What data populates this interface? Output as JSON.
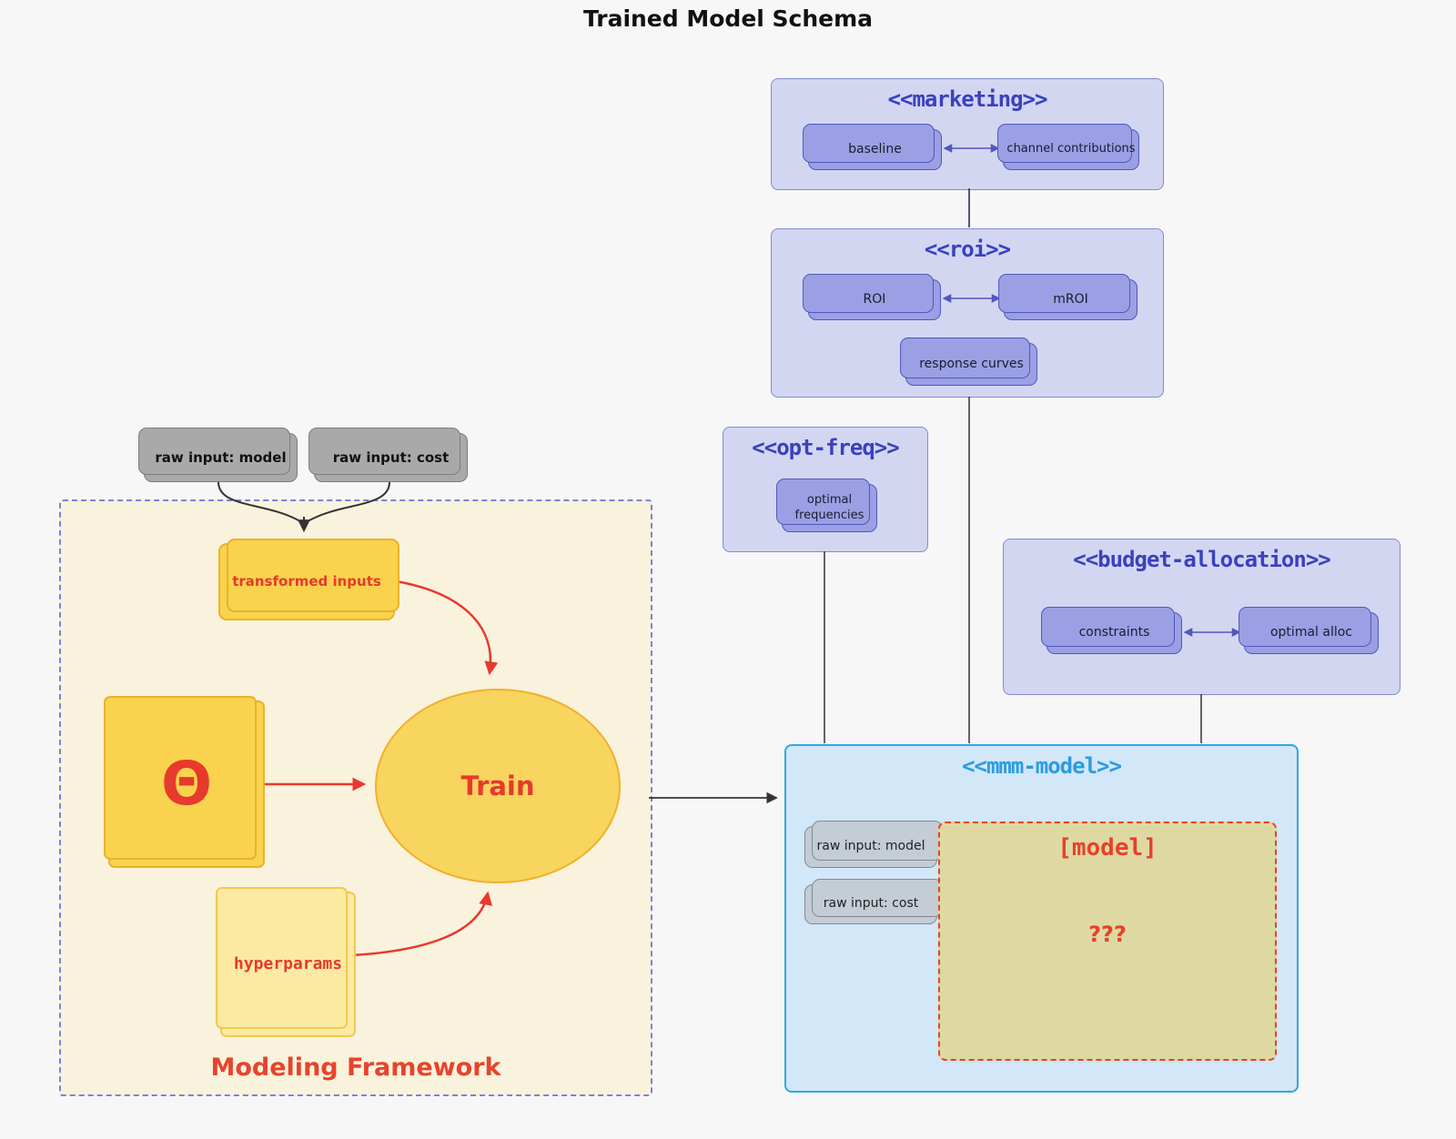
{
  "title": "Trained Model Schema",
  "inputs": {
    "raw_model": "raw input: model",
    "raw_cost": "raw input: cost"
  },
  "framework": {
    "label": "Modeling Framework",
    "transformed": "transformed inputs",
    "theta": "Θ",
    "train": "Train",
    "hyperparams": "hyperparams"
  },
  "packages": {
    "marketing": {
      "title": "<<marketing>>",
      "baseline": "baseline",
      "channel": "channel contributions"
    },
    "roi": {
      "title": "<<roi>>",
      "roi": "ROI",
      "mroi": "mROI",
      "response": "response curves"
    },
    "optfreq": {
      "title": "<<opt-freq>>",
      "optimal": "optimal frequencies"
    },
    "budget": {
      "title": "<<budget-allocation>>",
      "constraints": "constraints",
      "alloc": "optimal alloc"
    },
    "mmm": {
      "title": "<<mmm-model>>",
      "raw_model": "raw input: model",
      "raw_cost": "raw input: cost",
      "model_label": "[model]",
      "unknown_label": "???"
    }
  },
  "colors": {
    "background": "#f7f7f8",
    "package_fill": "#d3d6f1",
    "package_border": "#8289d8",
    "package_title": "#3a41bf",
    "purple_node_fill": "#9aa0e3",
    "purple_node_border": "#5157bd",
    "mmm_fill": "#d2e7f8",
    "mmm_border": "#2ea7e6",
    "mmm_title": "#2b9ce2",
    "framework_fill": "#f9f2dd",
    "framework_border": "#7d82d8",
    "yellow_fill": "#f9d34d",
    "yellow_light_fill": "#fce9a2",
    "khaki_fill": "#ded9a2",
    "accent_red": "#e8392d",
    "gray_node_fill": "#a9a9a9",
    "gray_light_fill": "#c4ccd5",
    "edge_dark": "#333333",
    "edge_purple": "#5157bd"
  }
}
